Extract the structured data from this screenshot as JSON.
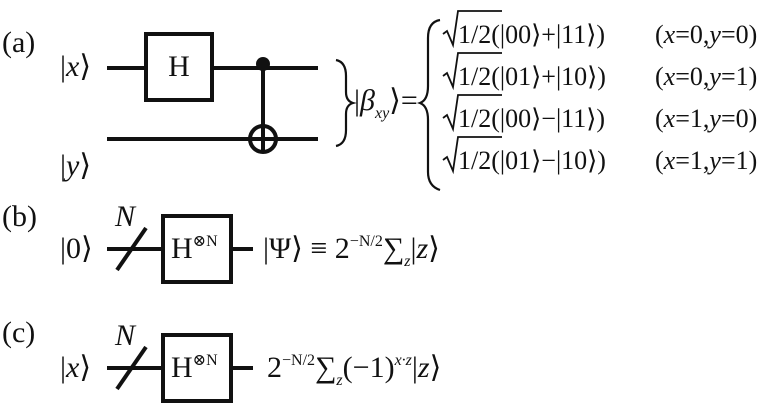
{
  "panels": {
    "a": {
      "label": "(a)",
      "input_x": "x",
      "input_y": "y",
      "gate": "H",
      "output_beta": "β",
      "output_sub": "xy",
      "bell_states": [
        {
          "sqrt": "1/2",
          "ket1": "00",
          "op": "+",
          "ket2": "11",
          "cond_x": "0",
          "cond_y": "0"
        },
        {
          "sqrt": "1/2",
          "ket1": "01",
          "op": "+",
          "ket2": "10",
          "cond_x": "0",
          "cond_y": "1"
        },
        {
          "sqrt": "1/2",
          "ket1": "00",
          "op": "−",
          "ket2": "11",
          "cond_x": "1",
          "cond_y": "0"
        },
        {
          "sqrt": "1/2",
          "ket1": "01",
          "op": "−",
          "ket2": "10",
          "cond_x": "1",
          "cond_y": "1"
        }
      ]
    },
    "b": {
      "label": "(b)",
      "input": "0",
      "bus_label": "N",
      "gate": "H",
      "gate_sup": "⊗N",
      "out_psi": "Ψ",
      "out_equiv": "≡",
      "out_coeff": "2",
      "out_exp": "−N/2",
      "out_sum": "∑",
      "out_sum_sub": "z",
      "out_ket": "z"
    },
    "c": {
      "label": "(c)",
      "input": "x",
      "bus_label": "N",
      "gate": "H",
      "gate_sup": "⊗N",
      "out_coeff": "2",
      "out_exp": "−N/2",
      "out_sum": "∑",
      "out_sum_sub": "z",
      "out_sign": "(−1)",
      "out_sign_exp": "x·z",
      "out_ket": "z"
    }
  }
}
